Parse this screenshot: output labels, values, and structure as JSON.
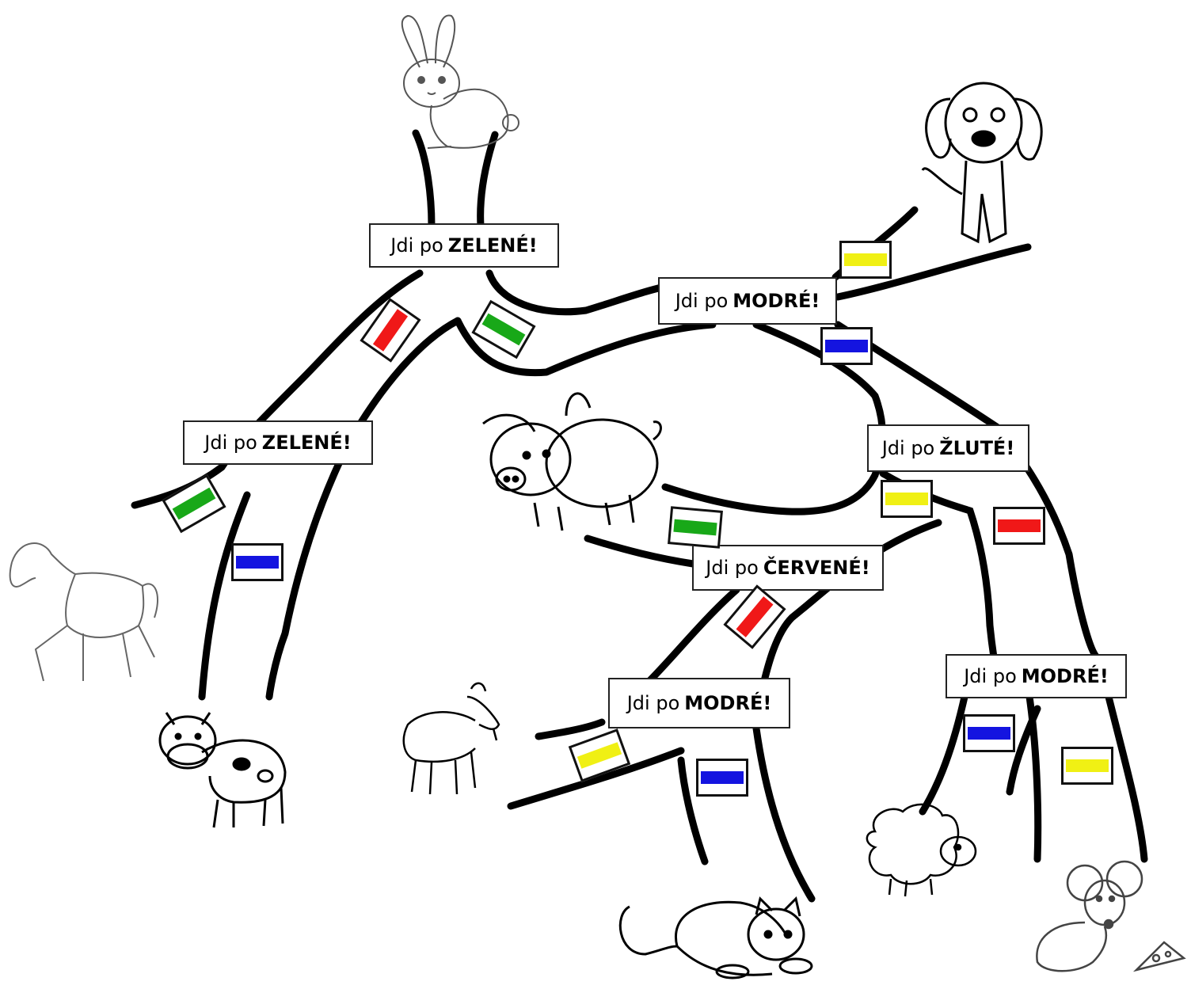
{
  "colors": {
    "green": "#18a818",
    "red": "#f01818",
    "blue": "#1414e0",
    "yellow": "#f0f014",
    "path": "#000000"
  },
  "labels": [
    {
      "id": "l1",
      "prefix": "Jdi po",
      "color_word": "ZELENÉ!"
    },
    {
      "id": "l2",
      "prefix": "Jdi po",
      "color_word": "MODRÉ!"
    },
    {
      "id": "l3",
      "prefix": "Jdi po",
      "color_word": "ZELENÉ!"
    },
    {
      "id": "l4",
      "prefix": "Jdi po",
      "color_word": "ŽLUTÉ!"
    },
    {
      "id": "l5",
      "prefix": "Jdi po",
      "color_word": "ČERVENÉ!"
    },
    {
      "id": "l6",
      "prefix": "Jdi po",
      "color_word": "MODRÉ!"
    },
    {
      "id": "l7",
      "prefix": "Jdi po",
      "color_word": "MODRÉ!"
    }
  ],
  "flags": [
    {
      "id": "f1",
      "color": "red"
    },
    {
      "id": "f2",
      "color": "green"
    },
    {
      "id": "f3",
      "color": "yellow"
    },
    {
      "id": "f4",
      "color": "blue"
    },
    {
      "id": "f5",
      "color": "green"
    },
    {
      "id": "f6",
      "color": "blue"
    },
    {
      "id": "f7",
      "color": "yellow"
    },
    {
      "id": "f8",
      "color": "red"
    },
    {
      "id": "f9",
      "color": "green"
    },
    {
      "id": "f10",
      "color": "red"
    },
    {
      "id": "f11",
      "color": "yellow"
    },
    {
      "id": "f12",
      "color": "blue"
    },
    {
      "id": "f13",
      "color": "blue"
    },
    {
      "id": "f14",
      "color": "yellow"
    }
  ],
  "animals": [
    {
      "id": "rabbit",
      "icon": "rabbit-icon"
    },
    {
      "id": "dog",
      "icon": "dog-icon"
    },
    {
      "id": "pig",
      "icon": "pig-icon"
    },
    {
      "id": "horse",
      "icon": "horse-icon"
    },
    {
      "id": "cow",
      "icon": "cow-icon"
    },
    {
      "id": "goat",
      "icon": "goat-icon"
    },
    {
      "id": "cat",
      "icon": "cat-icon"
    },
    {
      "id": "sheep",
      "icon": "sheep-icon"
    },
    {
      "id": "mouse",
      "icon": "mouse-icon"
    }
  ]
}
